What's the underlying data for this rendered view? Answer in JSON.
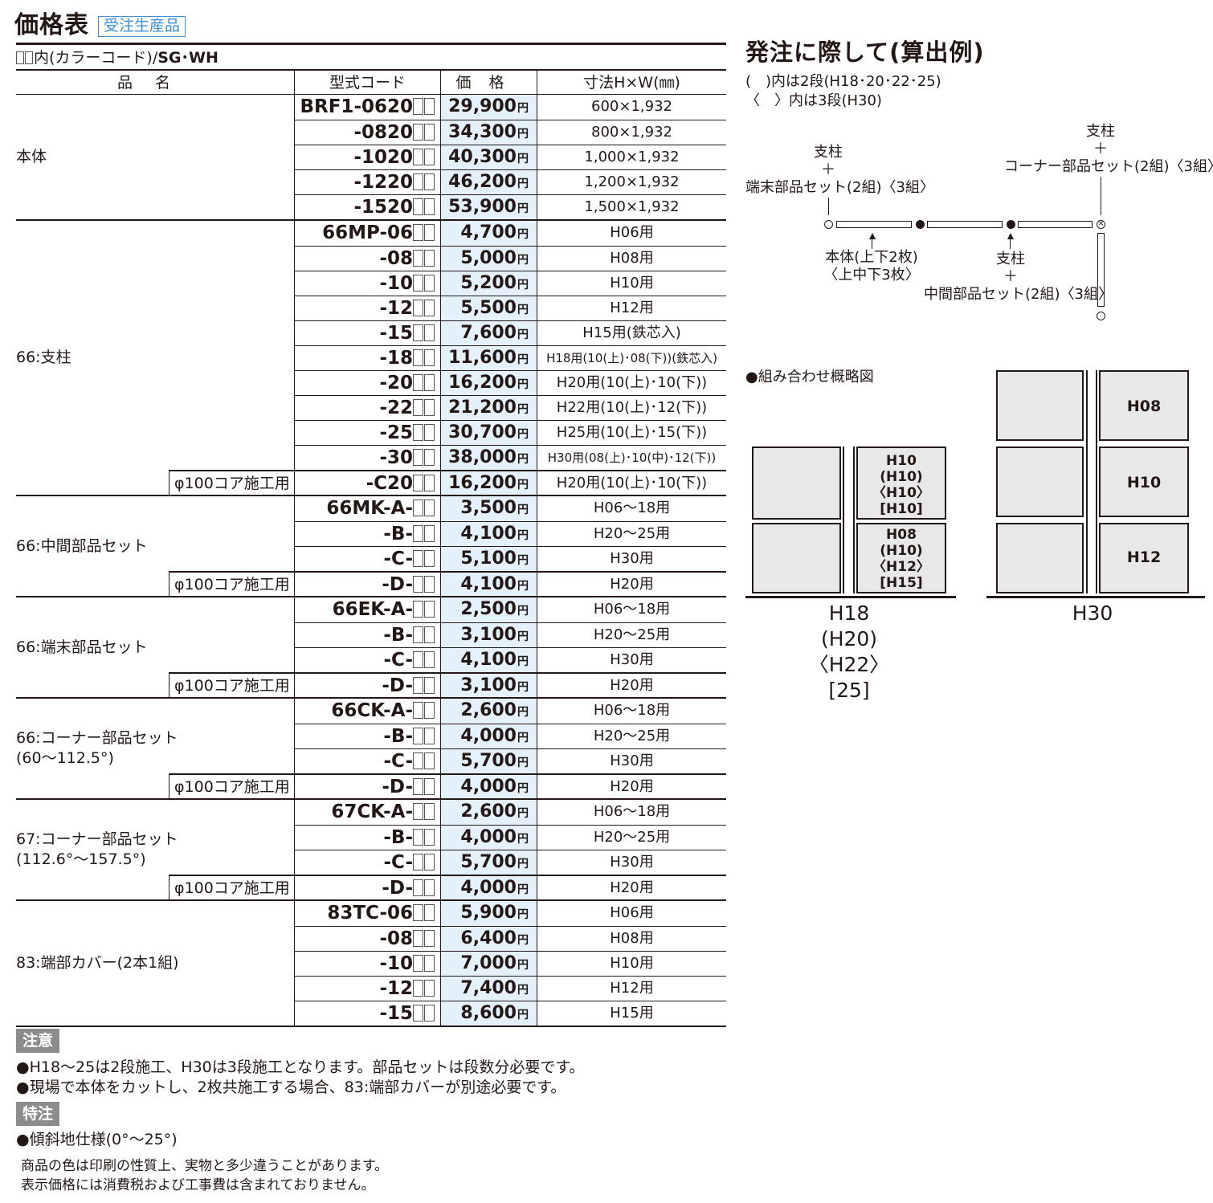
{
  "header": {
    "title": "価格表",
    "badge": "受注生産品",
    "color_prefix": "内(カラーコード)/",
    "color_codes": "SG･WH"
  },
  "table": {
    "columns": [
      "品名",
      "型式コード",
      "価格",
      "寸法H×W(㎜)"
    ],
    "yen": "円",
    "groups": [
      {
        "name": [
          "本体"
        ],
        "rows": [
          {
            "code": "BRF1-0620",
            "price": "29,900",
            "dim": "600×1,932"
          },
          {
            "code": "-0820",
            "price": "34,300",
            "dim": "800×1,932"
          },
          {
            "code": "-1020",
            "price": "40,300",
            "dim": "1,000×1,932"
          },
          {
            "code": "-1220",
            "price": "46,200",
            "dim": "1,200×1,932"
          },
          {
            "code": "-1520",
            "price": "53,900",
            "dim": "1,500×1,932"
          }
        ]
      },
      {
        "name": [
          "66:支柱"
        ],
        "rows": [
          {
            "code": "66MP-06",
            "price": "4,700",
            "dim": "H06用"
          },
          {
            "code": "-08",
            "price": "5,000",
            "dim": "H08用"
          },
          {
            "code": "-10",
            "price": "5,200",
            "dim": "H10用"
          },
          {
            "code": "-12",
            "price": "5,500",
            "dim": "H12用"
          },
          {
            "code": "-15",
            "price": "7,600",
            "dim": "H15用(鉄芯入)"
          },
          {
            "code": "-18",
            "price": "11,600",
            "dim": "H18用(10(上)･08(下))(鉄芯入)"
          },
          {
            "code": "-20",
            "price": "16,200",
            "dim": "H20用(10(上)･10(下))"
          },
          {
            "code": "-22",
            "price": "21,200",
            "dim": "H22用(10(上)･12(下))"
          },
          {
            "code": "-25",
            "price": "30,700",
            "dim": "H25用(10(上)･15(下))"
          },
          {
            "code": "-30",
            "price": "38,000",
            "dim": "H30用(08(上)･10(中)･12(下))"
          },
          {
            "code": "-C20",
            "price": "16,200",
            "dim": "H20用(10(上)･10(下))",
            "note": "φ100コア施工用"
          }
        ]
      },
      {
        "name": [
          "66:中間部品セット"
        ],
        "rows": [
          {
            "code": "66MK-A-",
            "price": "3,500",
            "dim": "H06〜18用"
          },
          {
            "code": "-B-",
            "price": "4,100",
            "dim": "H20〜25用"
          },
          {
            "code": "-C-",
            "price": "5,100",
            "dim": "H30用"
          },
          {
            "code": "-D-",
            "price": "4,100",
            "dim": "H20用",
            "note": "φ100コア施工用"
          }
        ]
      },
      {
        "name": [
          "66:端末部品セット"
        ],
        "rows": [
          {
            "code": "66EK-A-",
            "price": "2,500",
            "dim": "H06〜18用"
          },
          {
            "code": "-B-",
            "price": "3,100",
            "dim": "H20〜25用"
          },
          {
            "code": "-C-",
            "price": "4,100",
            "dim": "H30用"
          },
          {
            "code": "-D-",
            "price": "3,100",
            "dim": "H20用",
            "note": "φ100コア施工用"
          }
        ]
      },
      {
        "name": [
          "66:コーナー部品セット",
          "(60〜112.5°)"
        ],
        "rows": [
          {
            "code": "66CK-A-",
            "price": "2,600",
            "dim": "H06〜18用"
          },
          {
            "code": "-B-",
            "price": "4,000",
            "dim": "H20〜25用"
          },
          {
            "code": "-C-",
            "price": "5,700",
            "dim": "H30用"
          },
          {
            "code": "-D-",
            "price": "4,000",
            "dim": "H20用",
            "note": "φ100コア施工用"
          }
        ]
      },
      {
        "name": [
          "67:コーナー部品セット",
          "(112.6°〜157.5°)"
        ],
        "rows": [
          {
            "code": "67CK-A-",
            "price": "2,600",
            "dim": "H06〜18用"
          },
          {
            "code": "-B-",
            "price": "4,000",
            "dim": "H20〜25用"
          },
          {
            "code": "-C-",
            "price": "5,700",
            "dim": "H30用"
          },
          {
            "code": "-D-",
            "price": "4,000",
            "dim": "H20用",
            "note": "φ100コア施工用"
          }
        ]
      },
      {
        "name": [
          "83:端部カバー(2本1組)"
        ],
        "rows": [
          {
            "code": "83TC-06",
            "price": "5,900",
            "dim": "H06用"
          },
          {
            "code": "-08",
            "price": "6,400",
            "dim": "H08用"
          },
          {
            "code": "-10",
            "price": "7,000",
            "dim": "H10用"
          },
          {
            "code": "-12",
            "price": "7,400",
            "dim": "H12用"
          },
          {
            "code": "-15",
            "price": "8,600",
            "dim": "H15用"
          }
        ]
      }
    ]
  },
  "notes": {
    "caution_label": "注意",
    "caution_1": "●H18〜25は2段施工、H30は3段施工となります。部品セットは段数分必要です。",
    "caution_2": "●現場で本体をカットし、2枚共施工する場合、83:端部カバーが別途必要です。",
    "special_label": "特注",
    "special_1": "●傾斜地仕様(0°〜25°)",
    "footer_1": "商品の色は印刷の性質上、実物と多少違うことがあります。",
    "footer_2": "表示価格には消費税および工事費は含まれておりません。"
  },
  "order": {
    "title": "発注に際して(算出例)",
    "legend_1": "(　)内は2段(H18･20･22･25)",
    "legend_2": "〈　〉内は3段(H30)",
    "end_post_1": "支柱",
    "end_post_2": "＋",
    "end_post_3": "端末部品セット(2組)〈3組〉",
    "corner_post_1": "支柱",
    "corner_post_2": "＋",
    "corner_post_3": "コーナー部品セット(2組)〈3組〉",
    "body_1": "本体(上下2枚)",
    "body_2": "〈上中下3枚〉",
    "mid_post_1": "支柱",
    "mid_post_2": "＋",
    "mid_post_3": "中間部品セット(2組)〈3組〉"
  },
  "combo": {
    "heading": "●組み合わせ概略図",
    "left_upper": [
      "H10",
      "(H10)",
      "〈H10〉",
      "[H10]"
    ],
    "left_lower": [
      "H08",
      "(H10)",
      "〈H12〉",
      "[H15]"
    ],
    "left_labels": [
      "H18",
      "(H20)",
      "〈H22〉",
      "[25]"
    ],
    "right_panels": [
      "H08",
      "H10",
      "H12"
    ],
    "right_label": "H30"
  }
}
